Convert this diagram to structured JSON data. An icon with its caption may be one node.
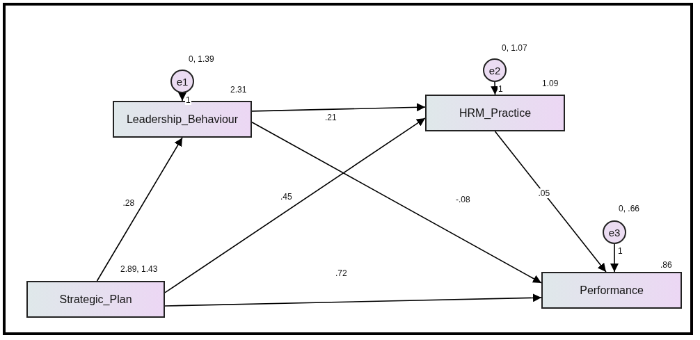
{
  "diagram": {
    "nodes": [
      {
        "text": [
          "e1"
        ],
        "beside": [
          "0, 1.39"
        ]
      },
      {
        "text": [
          "e2"
        ],
        "beside": [
          "0, 1.07"
        ]
      },
      {
        "text": [
          "Leadership_Behaviour"
        ],
        "beside": [
          "2.31"
        ]
      },
      {
        "text": [
          "HRM_Practice"
        ],
        "beside": [
          "1.09"
        ]
      },
      {
        "text": [
          "e3"
        ],
        "beside": [
          "0, .66"
        ]
      },
      {
        "text": [
          "Strategic_Plan"
        ],
        "beside": [
          "2.89, 1.43"
        ]
      },
      {
        "text": [
          "Performance"
        ],
        "beside": [
          ".86"
        ]
      }
    ],
    "edges": [
      {
        "from": 0,
        "to": 2,
        "arrow": "to",
        "label": "1"
      },
      {
        "from": 1,
        "to": 3,
        "arrow": "to",
        "label": "1"
      },
      {
        "from": 4,
        "to": 6,
        "arrow": "to",
        "label": "1"
      },
      {
        "from": 2,
        "to": 3,
        "arrow": "to",
        "label": ".21"
      },
      {
        "from": 5,
        "to": 2,
        "arrow": "to",
        "label": ".28"
      },
      {
        "from": 5,
        "to": 3,
        "arrow": "to",
        "label": ".45"
      },
      {
        "from": 2,
        "to": 6,
        "arrow": "to",
        "label": "-.08"
      },
      {
        "from": 3,
        "to": 6,
        "arrow": "to",
        "label": ".05"
      },
      {
        "from": 5,
        "to": 6,
        "arrow": "to",
        "label": ".72"
      }
    ]
  }
}
